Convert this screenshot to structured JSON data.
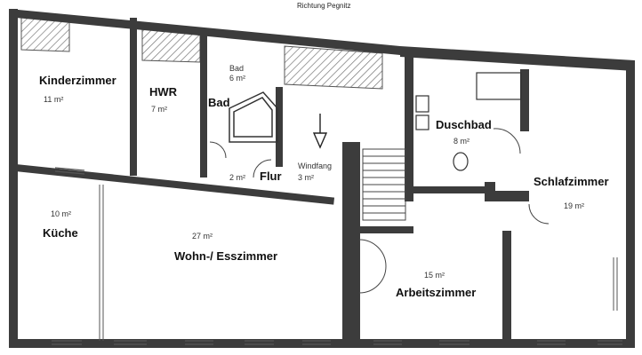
{
  "title": "Richtung Pegnitz",
  "rooms": {
    "kinderzimmer": {
      "name": "Kinderzimmer",
      "area": "11 m²"
    },
    "hwr": {
      "name": "HWR",
      "area": "7 m²"
    },
    "bad": {
      "name": "Bad",
      "area": "6 m²",
      "small_label": "Bad"
    },
    "flur": {
      "name": "Flur",
      "area": "2 m²"
    },
    "windfang": {
      "name": "Windfang",
      "area": "3 m²"
    },
    "duschbad": {
      "name": "Duschbad",
      "area": "8 m²"
    },
    "schlafzimmer": {
      "name": "Schlafzimmer",
      "area": "19 m²"
    },
    "kueche": {
      "name": "Küche",
      "area": "10 m²"
    },
    "wohnzimmer": {
      "name": "Wohn-/ Esszimmer",
      "area": "27 m²"
    },
    "arbeitszimmer": {
      "name": "Arbeitszimmer",
      "area": "15 m²"
    }
  },
  "colors": {
    "wall": "#3c3c3c",
    "line": "#555555",
    "hatch": "#777777"
  }
}
